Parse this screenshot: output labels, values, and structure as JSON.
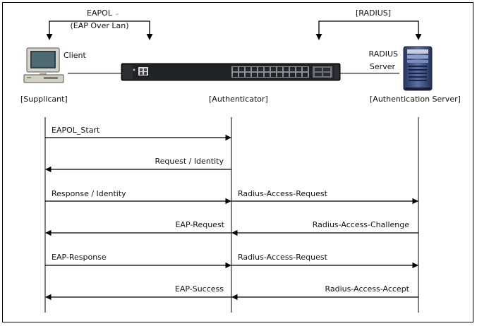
{
  "top": {
    "eapol_label": "EAPOL",
    "eapol_sub": "(EAP Over Lan)",
    "radius_label": "[RADIUS]"
  },
  "devices": {
    "client": {
      "label": "Client",
      "role": "[Supplicant]",
      "icon": "desktop-computer-icon"
    },
    "authenticator": {
      "role": "[Authenticator]",
      "icon": "network-switch-icon"
    },
    "server": {
      "label_line1": "RADIUS",
      "label_line2": "Server",
      "role": "[Authentication Server]",
      "icon": "server-tower-icon"
    }
  },
  "messages": [
    {
      "text": "EAPOL_Start",
      "from": "supplicant",
      "to": "authenticator"
    },
    {
      "text": "Request / Identity",
      "from": "authenticator",
      "to": "supplicant"
    },
    {
      "text": "Response / Identity",
      "from": "supplicant",
      "to": "authenticator"
    },
    {
      "text": "Radius-Access-Request",
      "from": "authenticator",
      "to": "server"
    },
    {
      "text": "EAP-Request",
      "from": "authenticator",
      "to": "supplicant"
    },
    {
      "text": "Radius-Access-Challenge",
      "from": "server",
      "to": "authenticator"
    },
    {
      "text": "EAP-Response",
      "from": "supplicant",
      "to": "authenticator"
    },
    {
      "text": "Radius-Access-Request",
      "from": "authenticator",
      "to": "server"
    },
    {
      "text": "EAP-Success",
      "from": "authenticator",
      "to": "supplicant"
    },
    {
      "text": "Radius-Access-Accept",
      "from": "server",
      "to": "authenticator"
    }
  ],
  "colors": {
    "line": "#000000",
    "switch_body": "#1f2226",
    "server_body": "#3a4a7a"
  }
}
